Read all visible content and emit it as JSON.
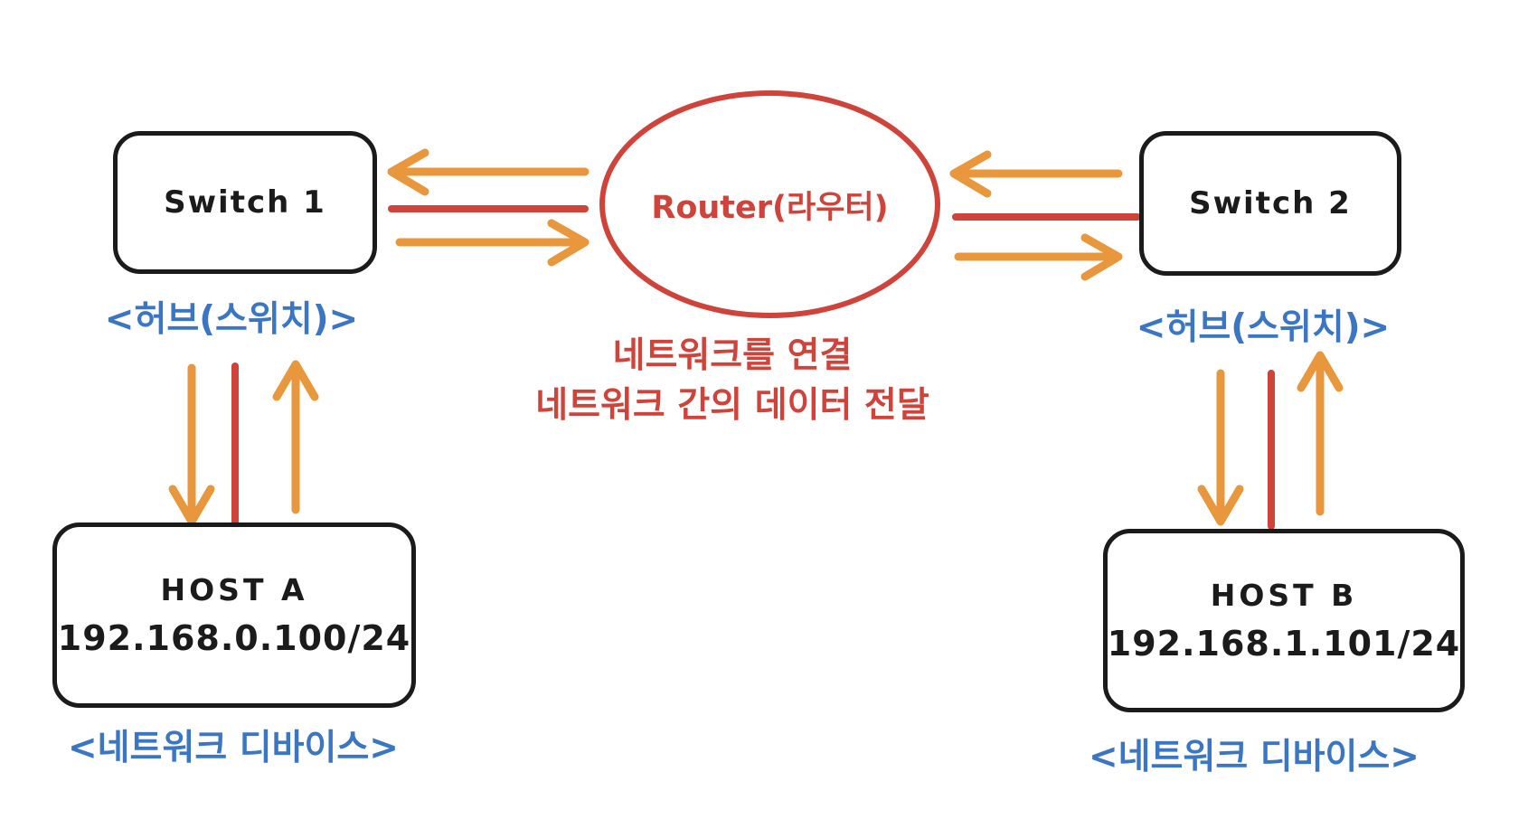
{
  "colors": {
    "background": "#ffffff",
    "ink": "#1b1b1b",
    "red": "#d0433a",
    "orange": "#e8973c",
    "blue": "#3b76c4"
  },
  "nodes": {
    "switch1": {
      "label": "Switch 1",
      "caption": "<허브(스위치)>"
    },
    "switch2": {
      "label": "Switch 2",
      "caption": "<허브(스위치)>"
    },
    "router": {
      "label": "Router(라우터)",
      "caption_line1": "네트워크를 연결",
      "caption_line2": "네트워크 간의 데이터 전달"
    },
    "host_a": {
      "title": "HOST A",
      "ip": "192.168.0.100/24",
      "caption": "<네트워크 디바이스>"
    },
    "host_b": {
      "title": "HOST B",
      "ip": "192.168.1.101/24",
      "caption": "<네트워크 디바이스>"
    }
  },
  "connections": [
    {
      "from": "router",
      "to": "switch1",
      "style": "arrow",
      "color": "orange"
    },
    {
      "from": "switch1",
      "to": "router",
      "style": "line",
      "color": "red"
    },
    {
      "from": "switch1",
      "to": "router",
      "style": "arrow",
      "color": "orange"
    },
    {
      "from": "switch2",
      "to": "router",
      "style": "arrow",
      "color": "orange"
    },
    {
      "from": "router",
      "to": "switch2",
      "style": "line",
      "color": "red"
    },
    {
      "from": "router",
      "to": "switch2",
      "style": "arrow",
      "color": "orange"
    },
    {
      "from": "switch1",
      "to": "host_a",
      "style": "arrow",
      "color": "orange"
    },
    {
      "from": "switch1",
      "to": "host_a",
      "style": "line",
      "color": "red"
    },
    {
      "from": "host_a",
      "to": "switch1",
      "style": "arrow",
      "color": "orange"
    },
    {
      "from": "switch2",
      "to": "host_b",
      "style": "arrow",
      "color": "orange"
    },
    {
      "from": "switch2",
      "to": "host_b",
      "style": "line",
      "color": "red"
    },
    {
      "from": "host_b",
      "to": "switch2",
      "style": "arrow",
      "color": "orange"
    }
  ]
}
